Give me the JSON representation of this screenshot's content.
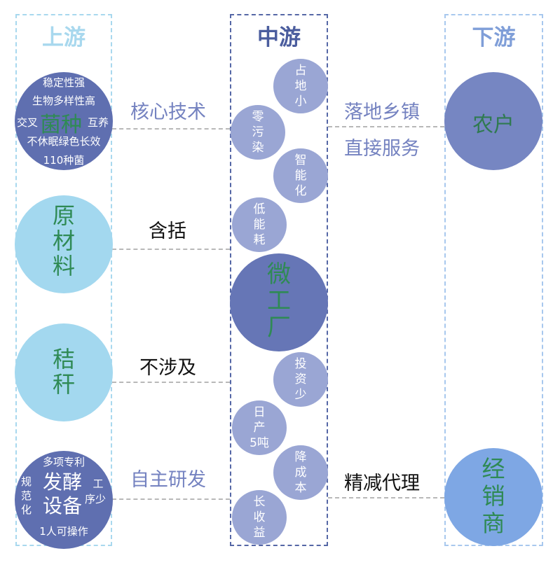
{
  "columns": {
    "upstream": "上游",
    "midstream": "中游",
    "downstream": "下游"
  },
  "upstream": {
    "fungus": {
      "line1": "稳定性强",
      "line2": "生物多样性高",
      "left": "交叉",
      "main": "菌种",
      "right": "互养",
      "line4": "不休眠绿色长效",
      "line5": "110种菌"
    },
    "raw_material": [
      "原",
      "材",
      "料"
    ],
    "straw": [
      "秸",
      "秆"
    ],
    "equipment": {
      "top": "多项专利",
      "left": [
        "规",
        "范",
        "化"
      ],
      "main1": "发酵",
      "main2": "设备",
      "right": [
        "工",
        "序少"
      ],
      "bottom": "1人可操作"
    }
  },
  "midstream": {
    "factory": [
      "微",
      "工",
      "厂"
    ],
    "bubbles": {
      "small_area": [
        "占",
        "地",
        "小"
      ],
      "zero_pollution": [
        "零",
        "污",
        "染"
      ],
      "smart": [
        "智",
        "能",
        "化"
      ],
      "low_energy": [
        "低",
        "能",
        "耗"
      ],
      "low_investment": [
        "投",
        "资",
        "少"
      ],
      "daily_output": [
        "日",
        "产",
        "5吨"
      ],
      "cost_down": [
        "降",
        "成",
        "本"
      ],
      "long_profit": [
        "长",
        "收",
        "益"
      ]
    }
  },
  "downstream": {
    "farmer": "农户",
    "dealer": [
      "经",
      "销",
      "商"
    ]
  },
  "links": {
    "core_tech": "核心技术",
    "includes": "含括",
    "not_involved": "不涉及",
    "self_rd": "自主研发",
    "town_landing": "落地乡镇",
    "direct_service": "直接服务",
    "lean_agency": "精减代理"
  },
  "colors": {
    "light_blue": "#a3d8ef",
    "navy": "#5f6fb0",
    "bubble": "#9aa6d4",
    "green_text": "#2f8a55",
    "label_purple": "#7482c0"
  }
}
